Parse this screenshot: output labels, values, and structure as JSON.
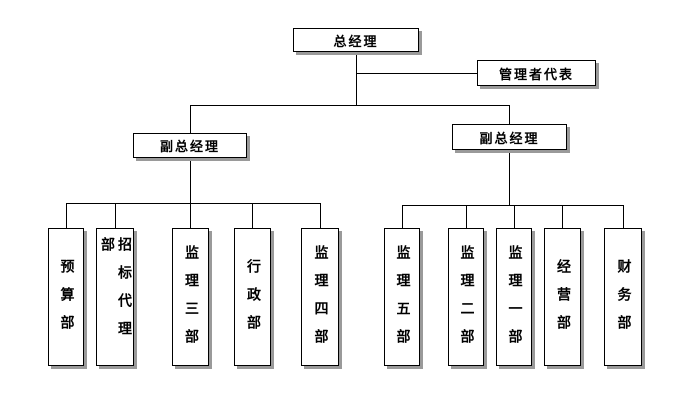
{
  "org_chart": {
    "type": "org-tree",
    "root": {
      "label": "总经理"
    },
    "management_representative": {
      "label": "管理者代表"
    },
    "deputies": [
      {
        "label": "副总经理"
      },
      {
        "label": "副总经理"
      }
    ],
    "left_departments": [
      {
        "label": "预算部"
      },
      {
        "label": "招标代理部"
      },
      {
        "label": "监理三部"
      },
      {
        "label": "行政部"
      },
      {
        "label": "监理四部"
      }
    ],
    "right_departments": [
      {
        "label": "监理五部"
      },
      {
        "label": "监理二部"
      },
      {
        "label": "监理一部"
      },
      {
        "label": "经营部"
      },
      {
        "label": "财务部"
      }
    ]
  }
}
